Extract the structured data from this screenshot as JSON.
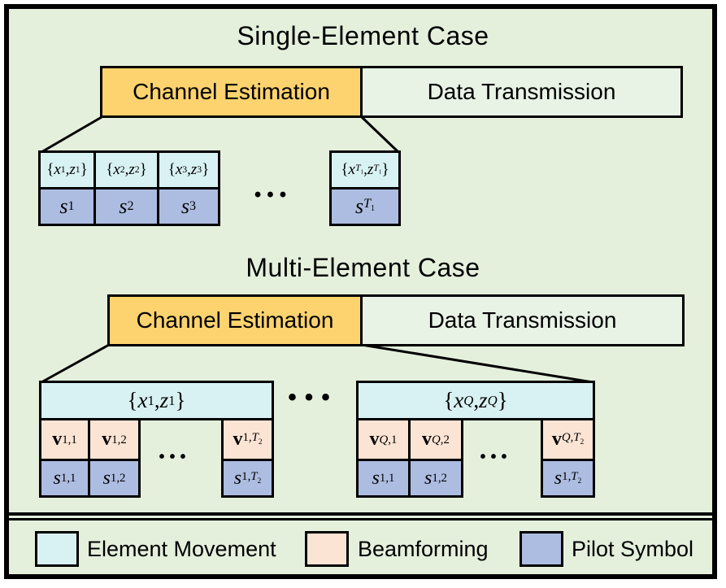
{
  "colors": {
    "background": "#E4F0DC",
    "frame_border": "#000000",
    "channel_estimation_fill": "#FCD36E",
    "data_transmission_fill": "#E8F3E6",
    "element_movement_fill": "#D8F1F3",
    "beamforming_fill": "#FBE4D4",
    "pilot_symbol_fill": "#ADBDE1"
  },
  "sections": {
    "single": {
      "title": "Single-Element Case",
      "bar": {
        "channel_label": "Channel Estimation",
        "data_label": "Data Transmission"
      },
      "columns": [
        {
          "top": [
            [
              "p",
              "{"
            ],
            [
              "v",
              "x"
            ],
            [
              "s",
              "1"
            ],
            [
              "p",
              ","
            ],
            [
              "v",
              "z"
            ],
            [
              "s",
              "1"
            ],
            [
              "p",
              "}"
            ]
          ],
          "bottom": [
            [
              "v",
              "s"
            ],
            [
              "s",
              "1"
            ]
          ]
        },
        {
          "top": [
            [
              "p",
              "{"
            ],
            [
              "v",
              "x"
            ],
            [
              "s",
              "2"
            ],
            [
              "p",
              ","
            ],
            [
              "v",
              "z"
            ],
            [
              "s",
              "2"
            ],
            [
              "p",
              "}"
            ]
          ],
          "bottom": [
            [
              "v",
              "s"
            ],
            [
              "s",
              "2"
            ]
          ]
        },
        {
          "top": [
            [
              "p",
              "{"
            ],
            [
              "v",
              "x"
            ],
            [
              "s",
              "3"
            ],
            [
              "p",
              ","
            ],
            [
              "v",
              "z"
            ],
            [
              "s",
              "3"
            ],
            [
              "p",
              "}"
            ]
          ],
          "bottom": [
            [
              "v",
              "s"
            ],
            [
              "s",
              "3"
            ]
          ]
        }
      ],
      "dots": "•••",
      "t_column": {
        "top": [
          [
            "p",
            "{"
          ],
          [
            "v",
            "x"
          ],
          [
            "s",
            [
              [
                "v",
                "T"
              ],
              [
                "s",
                "1"
              ]
            ]
          ],
          [
            "p",
            ","
          ],
          [
            "v",
            "z"
          ],
          [
            "s",
            [
              [
                "v",
                "T"
              ],
              [
                "s",
                "1"
              ]
            ]
          ],
          [
            "p",
            "}"
          ]
        ],
        "bottom": [
          [
            "v",
            "s"
          ],
          [
            "s",
            [
              [
                "v",
                "T"
              ],
              [
                "s",
                "1"
              ]
            ]
          ]
        ]
      }
    },
    "multi": {
      "title": "Multi-Element Case",
      "bar": {
        "channel_label": "Channel Estimation",
        "data_label": "Data Transmission"
      },
      "mid_dots": "•••",
      "groups": [
        {
          "header": [
            [
              "p",
              "{"
            ],
            [
              "v",
              "x"
            ],
            [
              "s",
              "1"
            ],
            [
              "p",
              ", "
            ],
            [
              "v",
              "z"
            ],
            [
              "s",
              "1"
            ],
            [
              "p",
              "}"
            ]
          ],
          "dots": "•••",
          "columns": [
            {
              "v": [
                [
                  "b",
                  "v"
                ],
                [
                  "s",
                  "1,1"
                ]
              ],
              "s": [
                [
                  "v",
                  "s"
                ],
                [
                  "s",
                  "1,1"
                ]
              ]
            },
            {
              "v": [
                [
                  "b",
                  "v"
                ],
                [
                  "s",
                  "1,2"
                ]
              ],
              "s": [
                [
                  "v",
                  "s"
                ],
                [
                  "s",
                  "1,2"
                ]
              ]
            },
            {
              "v": [
                [
                  "b",
                  "v"
                ],
                [
                  "s",
                  [
                    [
                      "p",
                      "1,"
                    ],
                    [
                      "v",
                      "T"
                    ],
                    [
                      "s",
                      "2"
                    ]
                  ]
                ]
              ],
              "s": [
                [
                  "v",
                  "s"
                ],
                [
                  "s",
                  [
                    [
                      "p",
                      "1,"
                    ],
                    [
                      "v",
                      "T"
                    ],
                    [
                      "s",
                      "2"
                    ]
                  ]
                ]
              ]
            }
          ]
        },
        {
          "header": [
            [
              "p",
              "{"
            ],
            [
              "v",
              "x"
            ],
            [
              "s",
              [
                [
                  "v",
                  "Q"
                ]
              ]
            ],
            [
              "p",
              ", "
            ],
            [
              "v",
              "z"
            ],
            [
              "s",
              [
                [
                  "v",
                  "Q"
                ]
              ]
            ],
            [
              "p",
              "}"
            ]
          ],
          "dots": "•••",
          "columns": [
            {
              "v": [
                [
                  "b",
                  "v"
                ],
                [
                  "s",
                  [
                    [
                      "v",
                      "Q"
                    ],
                    [
                      "p",
                      ",1"
                    ]
                  ]
                ]
              ],
              "s": [
                [
                  "v",
                  "s"
                ],
                [
                  "s",
                  "1,1"
                ]
              ]
            },
            {
              "v": [
                [
                  "b",
                  "v"
                ],
                [
                  "s",
                  [
                    [
                      "v",
                      "Q"
                    ],
                    [
                      "p",
                      ",2"
                    ]
                  ]
                ]
              ],
              "s": [
                [
                  "v",
                  "s"
                ],
                [
                  "s",
                  "1,2"
                ]
              ]
            },
            {
              "v": [
                [
                  "b",
                  "v"
                ],
                [
                  "s",
                  [
                    [
                      "v",
                      "Q"
                    ],
                    [
                      "p",
                      ","
                    ],
                    [
                      "v",
                      "T"
                    ],
                    [
                      "s",
                      "2"
                    ]
                  ]
                ]
              ],
              "s": [
                [
                  "v",
                  "s"
                ],
                [
                  "s",
                  [
                    [
                      "p",
                      "1,"
                    ],
                    [
                      "v",
                      "T"
                    ],
                    [
                      "s",
                      "2"
                    ]
                  ]
                ]
              ]
            }
          ]
        }
      ]
    }
  },
  "legend": {
    "items": [
      {
        "label": "Element Movement"
      },
      {
        "label": "Beamforming"
      },
      {
        "label": "Pilot Symbol"
      }
    ]
  }
}
